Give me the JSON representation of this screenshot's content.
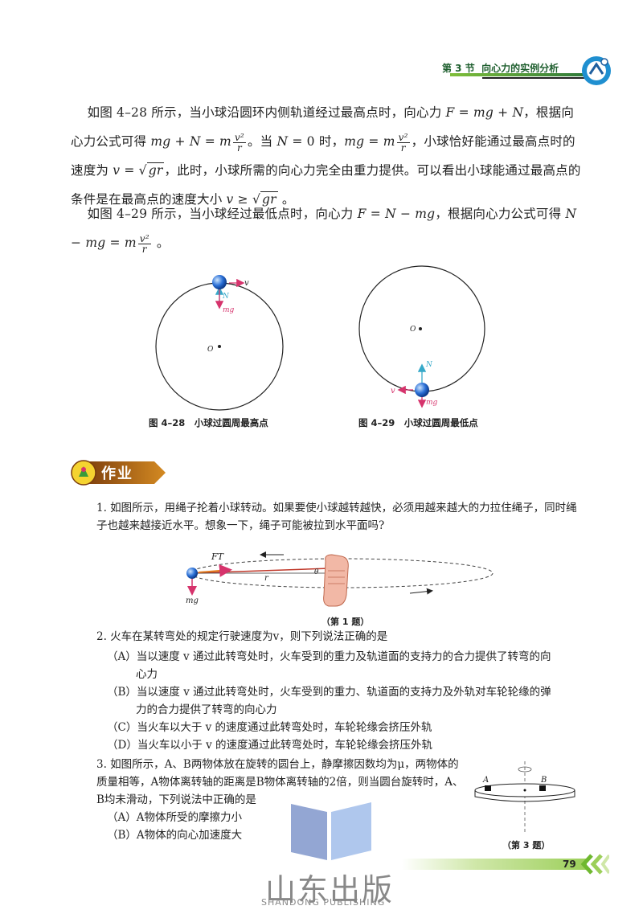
{
  "header": {
    "section": "第 3 节",
    "title": "向心力的实例分析"
  },
  "para1": {
    "a": "如图 4–28 所示，当小球沿圆环内侧轨道经过最高点时，向心力 ",
    "b": "F",
    "c": " = ",
    "d": "mg",
    "e": " + ",
    "f": "N",
    "g": "，根据向心力公式可得 ",
    "h": "mg",
    "i": " + ",
    "j": "N",
    "k": " = ",
    "l": "m",
    "m_num": "v²",
    "m_den": "r",
    "n": "。当 ",
    "o": "N",
    "p": " = 0 时，",
    "q": "mg",
    "r": " = ",
    "s": "m",
    "t_num": "v²",
    "t_den": "r",
    "u": "，小球恰好能通过最高点时的速度为 ",
    "v": "v",
    "w": " = ",
    "x": "gr",
    "y": "，此时，小球所需的向心力完全由重力提供。可以看出小球能通过最高点的条件是在最高点的速度大小 ",
    "z": "v",
    "aa": " ≥ ",
    "ab": "gr",
    "ac": " 。"
  },
  "para2": {
    "a": "如图 4–29 所示，当小球经过最低点时，向心力 ",
    "b": "F",
    "c": " = ",
    "d": "N",
    "e": " − ",
    "f": "mg",
    "g": "，根据向心力公式可得 ",
    "h": "N",
    "i": " − ",
    "j": "mg",
    "k": " = ",
    "l": "m",
    "m_num": "v²",
    "m_den": "r",
    "n": " 。"
  },
  "fig28": {
    "caption": "图 4–28　小球过圆周最高点",
    "label_v": "v",
    "label_N": "N",
    "label_mg": "mg",
    "label_O": "O"
  },
  "fig29": {
    "caption": "图 4–29　小球过圆周最低点",
    "label_v": "v",
    "label_N": "N",
    "label_mg": "mg",
    "label_O": "O"
  },
  "homework": {
    "title": "作业"
  },
  "q1": {
    "text": "1. 如图所示，用绳子抡着小球转动。如果要使小球越转越快，必须用越来越大的力拉住绳子，同时绳子也越来越接近水平。想象一下，绳子可能被拉到水平面吗?",
    "fig_caption": "（第 1 题）",
    "label_FT": "FT",
    "label_r": "r",
    "label_theta": "θ",
    "label_mg": "mg"
  },
  "q2": {
    "text": "2. 火车在某转弯处的规定行驶速度为v，则下列说法正确的是",
    "A": "（A）当以速度 v 通过此转弯处时，火车受到的重力及轨道面的支持力的合力提供了转弯的向",
    "A2": "心力",
    "B": "（B）当以速度 v 通过此转弯处时，火车受到的重力、轨道面的支持力及外轨对车轮轮缘的弹",
    "B2": "力的合力提供了转弯的向心力",
    "C": "（C）当火车以大于 v 的速度通过此转弯处时，车轮轮缘会挤压外轨",
    "D": "（D）当火车以小于 v 的速度通过此转弯处时，车轮轮缘会挤压外轨"
  },
  "q3": {
    "text": "3. 如图所示，A、B两物体放在旋转的圆台上，静摩擦因数均为μ，两物体的质量相等，A物体离转轴的距离是B物体离转轴的2倍，则当圆台旋转时，A、B均未滑动，下列说法中正确的是",
    "A": "（A）A物体所受的摩擦力小",
    "B": "（B）A物体的向心加速度大",
    "fig_caption": "（第 3 题）",
    "label_A": "A",
    "label_B": "B"
  },
  "footer": {
    "page": "79",
    "publisher_cn": "山东出版",
    "publisher_en": "SHANDONG PUBLISHING"
  },
  "colors": {
    "accent_green": "#7fbf3a",
    "ball_blue": "#2a6fd6",
    "arrow_red": "#d6336c",
    "arrow_cyan": "#36a9c9"
  }
}
